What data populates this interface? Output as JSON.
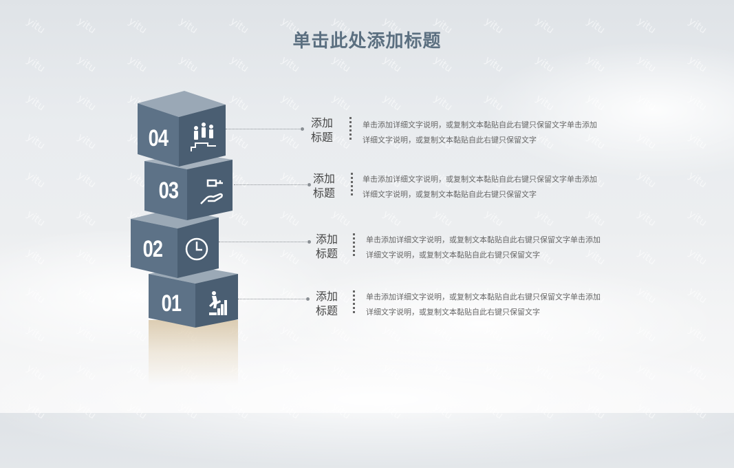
{
  "slide": {
    "title": "单击此处添加标题",
    "watermark": "yitu",
    "colors": {
      "cube_front": "#5d7287",
      "cube_side": "#4a5e72",
      "cube_top": "#9aa8b6",
      "title": "#5b6f80"
    },
    "items": [
      {
        "number": "04",
        "icon": "team-podium-icon",
        "label_line1": "添加",
        "label_line2": "标题",
        "desc_line1": "单击添加详细文字说明，或复制文本黏贴自此右键只保留文字单击添加",
        "desc_line2": "详细文字说明，或复制文本黏贴自此右键只保留文字"
      },
      {
        "number": "03",
        "icon": "hand-key-icon",
        "label_line1": "添加",
        "label_line2": "标题",
        "desc_line1": "单击添加详细文字说明，或复制文本黏贴自此右键只保留文字单击添加",
        "desc_line2": "详细文字说明，或复制文本黏贴自此右键只保留文字"
      },
      {
        "number": "02",
        "icon": "clock-icon",
        "label_line1": "添加",
        "label_line2": "标题",
        "desc_line1": "单击添加详细文字说明，或复制文本黏贴自此右键只保留文字单击添加",
        "desc_line2": "详细文字说明，或复制文本黏贴自此右键只保留文字"
      },
      {
        "number": "01",
        "icon": "climbing-stairs-icon",
        "label_line1": "添加",
        "label_line2": "标题",
        "desc_line1": "单击添加详细文字说明，或复制文本黏贴自此右键只保留文字单击添加",
        "desc_line2": "详细文字说明，或复制文本黏贴自此右键只保留文字"
      }
    ]
  }
}
